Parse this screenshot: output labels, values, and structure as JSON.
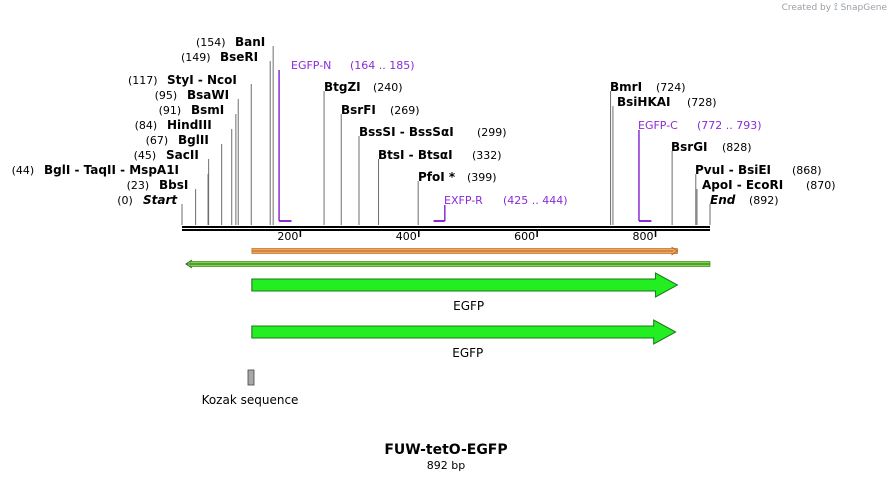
{
  "branding": {
    "created_by": "Created by",
    "app": "SnapGene"
  },
  "sequence": {
    "name": "FUW-tetO-EGFP",
    "length_label": "892 bp",
    "length": 892
  },
  "enzymes": [
    {
      "id": "start",
      "pos_label": "(0)",
      "label": "Start",
      "pos": 0,
      "italic": true
    },
    {
      "id": "bbsi",
      "pos_label": "(23)",
      "label": "BbsI",
      "pos": 23
    },
    {
      "id": "bgli",
      "pos_label": "(44)",
      "label": "BglI  -  TaqII  -  MspA1I",
      "pos": 44
    },
    {
      "id": "sacii",
      "pos_label": "(45)",
      "label": "SacII",
      "pos": 45
    },
    {
      "id": "bglii",
      "pos_label": "(67)",
      "label": "BglII",
      "pos": 67
    },
    {
      "id": "hindiii",
      "pos_label": "(84)",
      "label": "HindIII",
      "pos": 84
    },
    {
      "id": "bsmi",
      "pos_label": "(91)",
      "label": "BsmI",
      "pos": 91
    },
    {
      "id": "bsawi",
      "pos_label": "(95)",
      "label": "BsaWI",
      "pos": 95
    },
    {
      "id": "styi",
      "pos_label": "(117)",
      "label": "StyI  -  NcoI",
      "pos": 117
    },
    {
      "id": "bseri",
      "pos_label": "(149)",
      "label": "BseRI",
      "pos": 149
    },
    {
      "id": "bani",
      "pos_label": "(154)",
      "label": "BanI",
      "pos": 154
    },
    {
      "id": "btgzi",
      "pos_label": "(240)",
      "label": "BtgZI",
      "pos": 240
    },
    {
      "id": "bsrfi",
      "pos_label": "(269)",
      "label": "BsrFI",
      "pos": 269
    },
    {
      "id": "bsssi",
      "pos_label": "(299)",
      "label": "BssSI  -  BssSαI",
      "pos": 299
    },
    {
      "id": "btsi",
      "pos_label": "(332)",
      "label": "BtsI  -  BtsαI",
      "pos": 332
    },
    {
      "id": "pfoi",
      "pos_label": "(399)",
      "label": "PfoI *",
      "pos": 399
    },
    {
      "id": "bmri",
      "pos_label": "(724)",
      "label": "BmrI",
      "pos": 724
    },
    {
      "id": "bsihkai",
      "pos_label": "(728)",
      "label": "BsiHKAI",
      "pos": 728
    },
    {
      "id": "bsrgi",
      "pos_label": "(828)",
      "label": "BsrGI",
      "pos": 828
    },
    {
      "id": "pvui",
      "pos_label": "(868)",
      "label": "PvuI  -  BsiEI",
      "pos": 868
    },
    {
      "id": "apoi",
      "pos_label": "(870)",
      "label": "ApoI  -  EcoRI",
      "pos": 870
    },
    {
      "id": "end",
      "pos_label": "(892)",
      "label": "End",
      "pos": 892,
      "italic": true
    }
  ],
  "primers": [
    {
      "id": "egfp-n",
      "name": "EGFP-N",
      "range_label": "(164 .. 185)",
      "start": 164,
      "end": 185
    },
    {
      "id": "exfp-r",
      "name": "EXFP-R",
      "range_label": "(425 .. 444)",
      "start": 425,
      "end": 444
    },
    {
      "id": "egfp-c",
      "name": "EGFP-C",
      "range_label": "(772 .. 793)",
      "start": 772,
      "end": 793
    }
  ],
  "ruler_ticks": [
    "200",
    "400",
    "600",
    "800"
  ],
  "features": [
    {
      "id": "orf",
      "type": "orf-bar",
      "start": 118,
      "end": 837,
      "color": "#f4a460"
    },
    {
      "id": "reverse-orf",
      "type": "orf-bar-reverse",
      "start": 0,
      "end": 892,
      "color": "#7fd34d"
    },
    {
      "id": "egfp-1",
      "name": "EGFP",
      "type": "arrow",
      "start": 118,
      "end": 837,
      "color": "#22ee22"
    },
    {
      "id": "egfp-2",
      "name": "EGFP",
      "type": "arrow",
      "start": 118,
      "end": 834,
      "color": "#22ee22"
    },
    {
      "id": "kozak",
      "name": "Kozak sequence",
      "type": "box",
      "start": 108,
      "end": 118,
      "color": "#a8a8a8"
    }
  ],
  "colors": {
    "primer": "#8b2bd6",
    "backbone": "#000000",
    "feature_outline": "#1a7a1a"
  }
}
